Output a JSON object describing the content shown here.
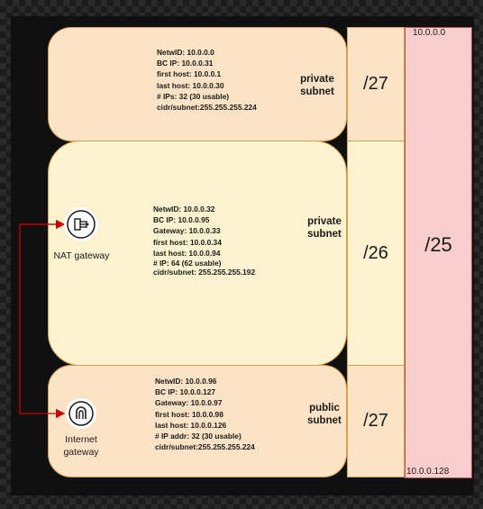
{
  "subnets": [
    {
      "kind": "private\nsubnet",
      "lines": [
        "NetwID: 10.0.0.0",
        "BC IP: 10.0.0.31",
        "first host: 10.0.0.1",
        "last host: 10.0.0.30",
        "# IPs: 32  (30 usable)",
        "cidr/subnet:255.255.255.224"
      ],
      "mask": "/27"
    },
    {
      "kind": "private\nsubnet",
      "lines": [
        "NetwID: 10.0.0.32",
        "BC IP: 10.0.0.95",
        "Gateway: 10.0.0.33",
        "first host: 10.0.0.34",
        "last host: 10.0.0.94",
        "# IP: 64 (62 usable)",
        "cidr/subnet: 255.255.255.192"
      ],
      "mask": "/26"
    },
    {
      "kind": "public\nsubnet",
      "lines": [
        "NetwID: 10.0.0.96",
        "BC IP: 10.0.0.127",
        "Gateway: 10.0.0.97",
        "first host: 10.0.0.98",
        "last host: 10.0.0.126",
        "# IP addr: 32  (30 usable)",
        "cidr/subnet:255.255.255.224"
      ],
      "mask": "/27"
    }
  ],
  "vpc": {
    "mask": "/25",
    "start_addr": "10.0.0.0",
    "end_addr": "10.0.0.128"
  },
  "gateways": {
    "nat": {
      "label": "NAT gateway",
      "icon": "nat-gateway-icon"
    },
    "internet": {
      "label": "Internet\ngateway",
      "icon": "internet-gateway-icon"
    }
  },
  "colors": {
    "subnet_fill_orange": "#fde3c6",
    "subnet_fill_yellow": "#fdf2cf",
    "subnet_border": "#d6a04d",
    "vpc_fill": "#f8cecc",
    "vpc_border": "#b85450",
    "connector": "#cc0000"
  }
}
